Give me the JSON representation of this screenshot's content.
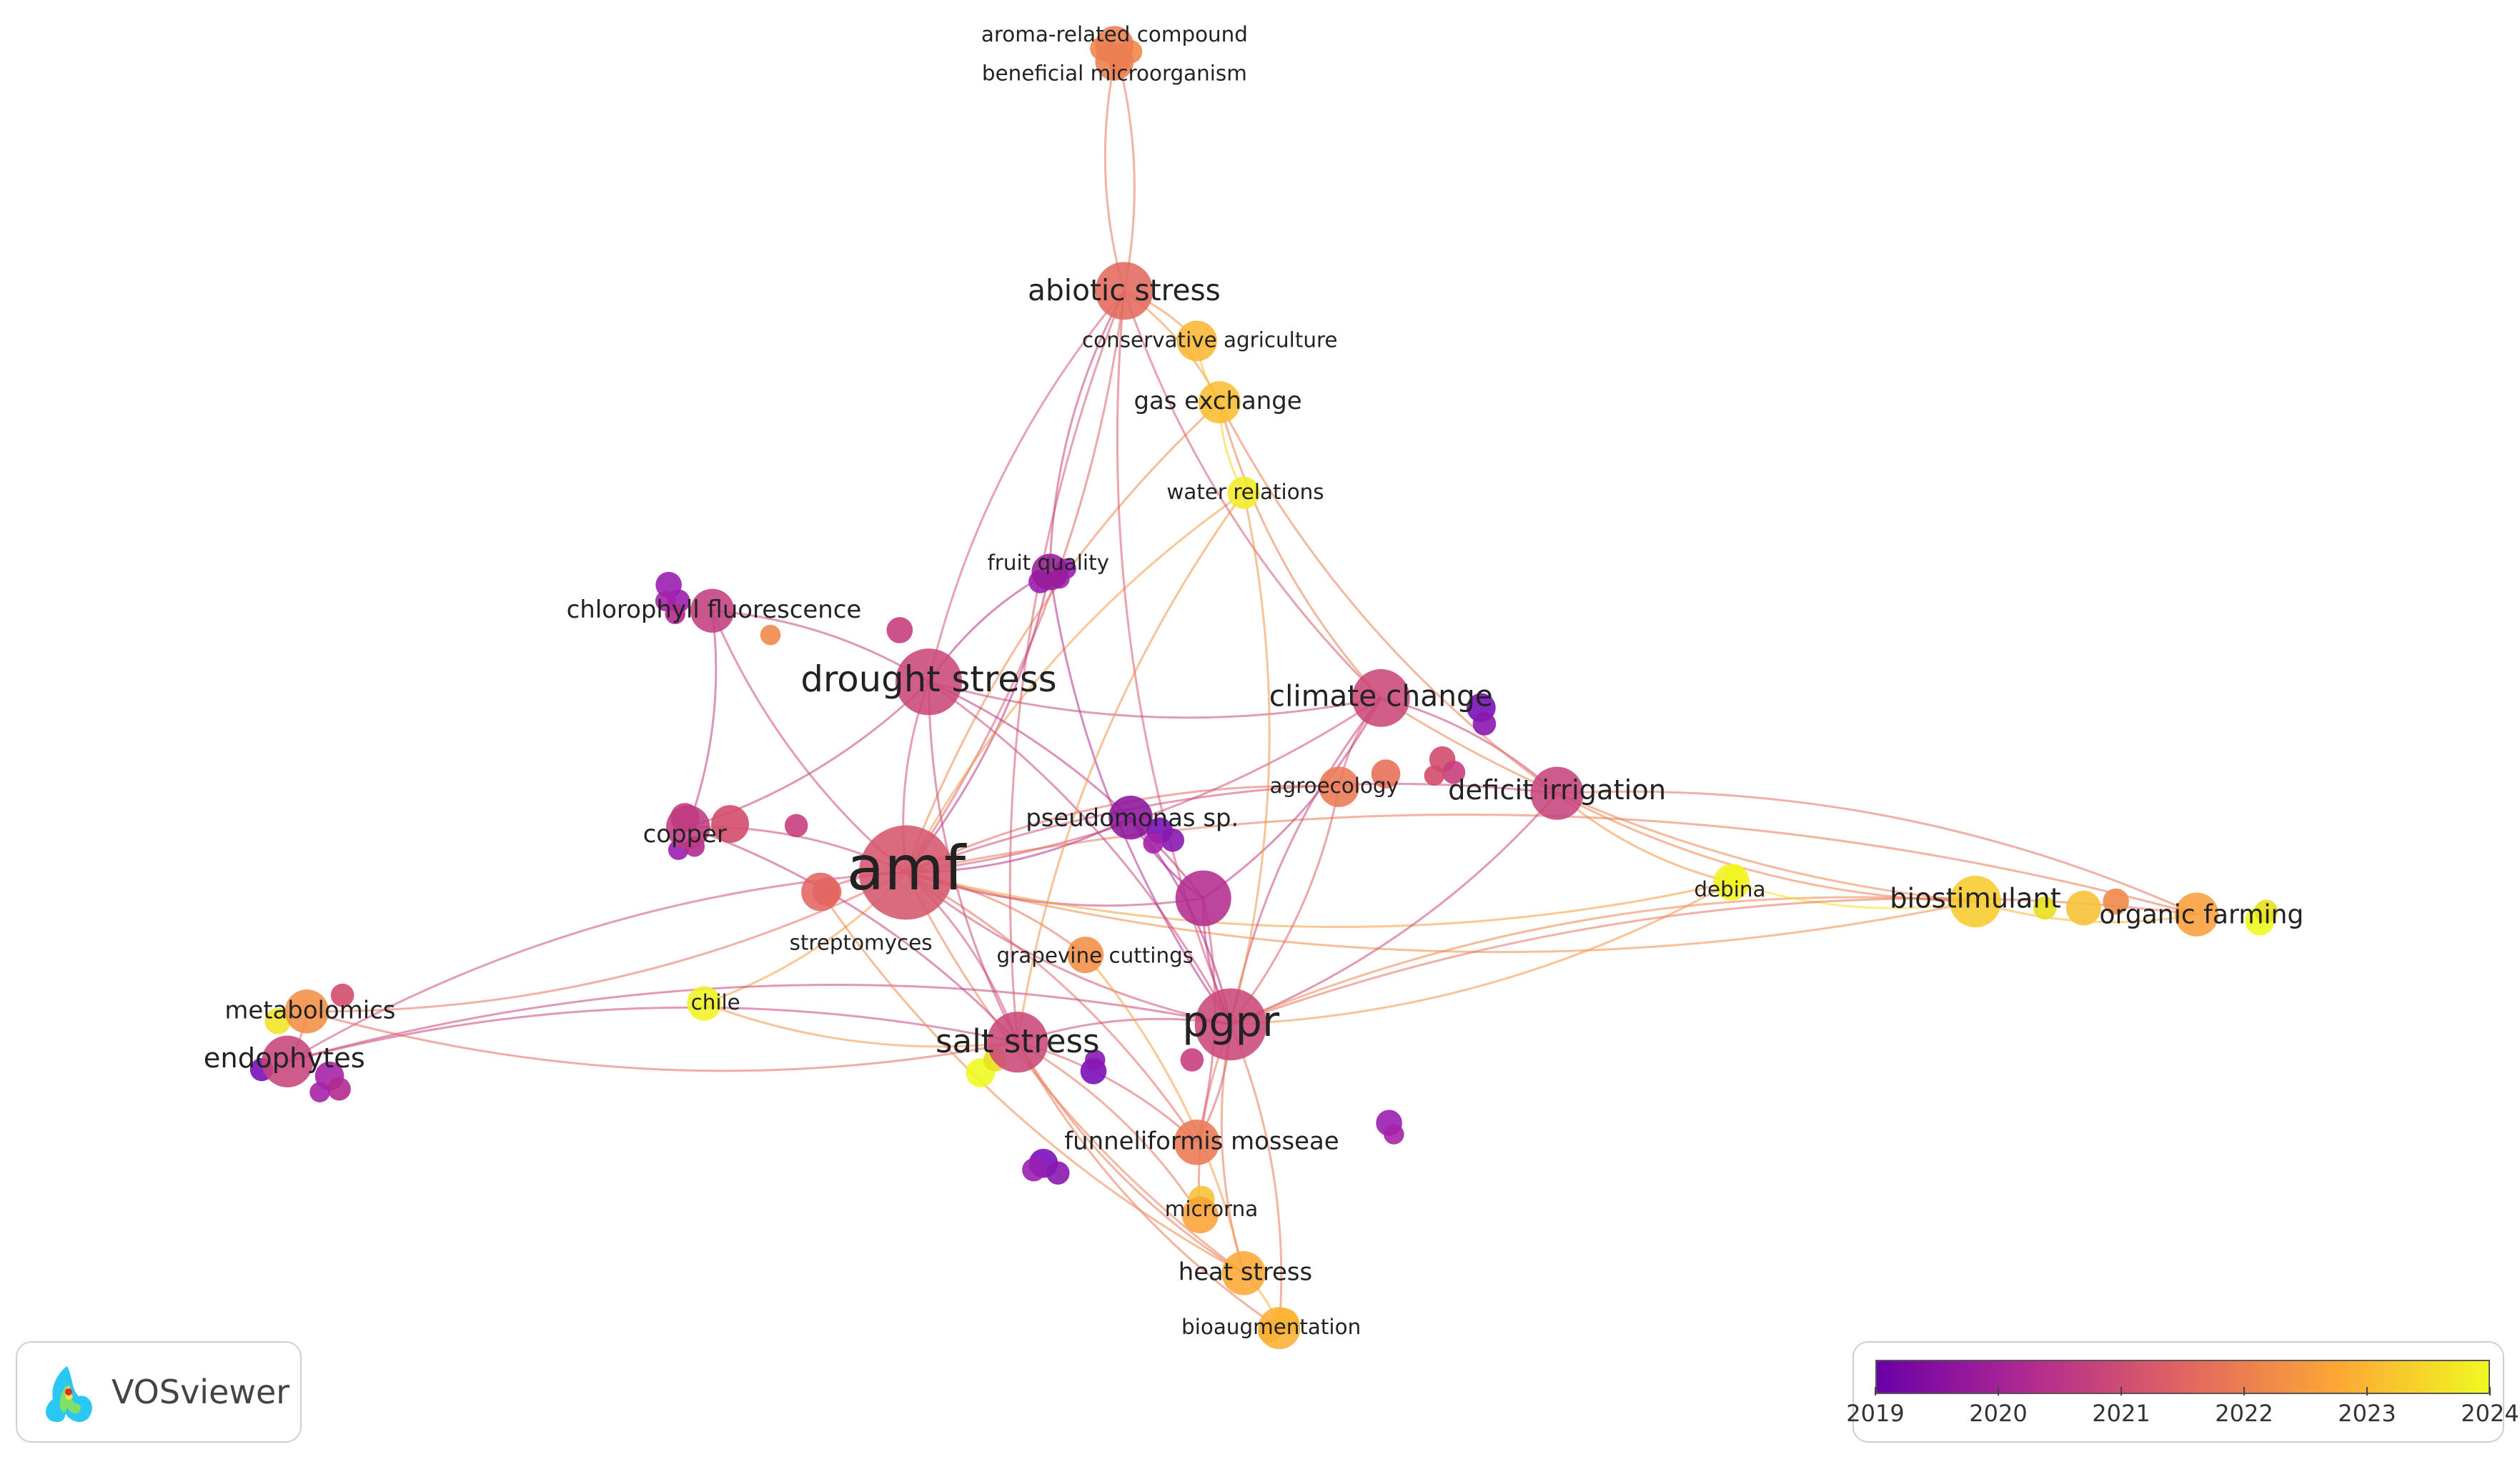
{
  "app": {
    "name": "VOSviewer",
    "logo_icon": "vosviewer-logo-icon"
  },
  "color_scale": {
    "colors": [
      "#6a00a8",
      "#b12a90",
      "#e16462",
      "#fca636",
      "#f0f921"
    ],
    "years": [
      "2019",
      "2020",
      "2021",
      "2022",
      "2023",
      "2024"
    ],
    "min": 2019,
    "max": 2024
  },
  "network": {
    "nodes": [
      {
        "id": "amf",
        "label": "amf",
        "year": 2021.2,
        "weight": 120
      },
      {
        "id": "pgpr",
        "label": "pgpr",
        "year": 2020.9,
        "weight": 70
      },
      {
        "id": "drought_stress",
        "label": "drought stress",
        "year": 2020.9,
        "weight": 60
      },
      {
        "id": "climate_change",
        "label": "climate change",
        "year": 2020.9,
        "weight": 45
      },
      {
        "id": "salt_stress",
        "label": "salt stress",
        "year": 2020.9,
        "weight": 50
      },
      {
        "id": "abiotic_stress",
        "label": "abiotic stress",
        "year": 2021.6,
        "weight": 45
      },
      {
        "id": "deficit_irrigation",
        "label": "deficit irrigation",
        "year": 2020.8,
        "weight": 38
      },
      {
        "id": "biostimulant",
        "label": "biostimulant",
        "year": 2023.3,
        "weight": 36
      },
      {
        "id": "organic_farming",
        "label": "organic farming",
        "year": 2022.6,
        "weight": 26
      },
      {
        "id": "funneliformis_mosseae",
        "label": "funneliformis mosseae",
        "year": 2021.9,
        "weight": 28
      },
      {
        "id": "heat_stress",
        "label": "heat stress",
        "year": 2022.8,
        "weight": 26
      },
      {
        "id": "bioaugmentation",
        "label": "bioaugmentation",
        "year": 2022.9,
        "weight": 24
      },
      {
        "id": "microrna",
        "label": "microrna",
        "year": 2022.7,
        "weight": 18
      },
      {
        "id": "endophytes",
        "label": "endophytes",
        "year": 2020.8,
        "weight": 36
      },
      {
        "id": "metabolomics",
        "label": "metabolomics",
        "year": 2022.3,
        "weight": 26
      },
      {
        "id": "copper",
        "label": "copper",
        "year": 2020.6,
        "weight": 26
      },
      {
        "id": "chlorophyll_fluorescence",
        "label": "chlorophyll fluorescence",
        "year": 2020.7,
        "weight": 26
      },
      {
        "id": "fruit_quality",
        "label": "fruit quality",
        "year": 2019.8,
        "weight": 18
      },
      {
        "id": "water_relations",
        "label": "water relations",
        "year": 2023.8,
        "weight": 14
      },
      {
        "id": "gas_exchange",
        "label": "gas exchange",
        "year": 2023.1,
        "weight": 24
      },
      {
        "id": "conservative_agriculture",
        "label": "conservative agriculture",
        "year": 2023.0,
        "weight": 22
      },
      {
        "id": "agroecology",
        "label": "agroecology",
        "year": 2021.9,
        "weight": 22
      },
      {
        "id": "pseudomonas_sp",
        "label": "pseudomonas sp.",
        "year": 2019.6,
        "weight": 26
      },
      {
        "id": "grapevine_cuttings",
        "label": "grapevine cuttings",
        "year": 2022.3,
        "weight": 18
      },
      {
        "id": "streptomyces",
        "label": "streptomyces",
        "year": 2021.5,
        "weight": 20
      },
      {
        "id": "chile",
        "label": "chile",
        "year": 2023.9,
        "weight": 16
      },
      {
        "id": "debina",
        "label": "debina",
        "year": 2023.9,
        "weight": 18
      },
      {
        "id": "aroma_related_compound",
        "label": "aroma-related compound",
        "year": 2022.0,
        "weight": 20
      },
      {
        "id": "beneficial_microorganism",
        "label": "beneficial microorganism",
        "year": 2022.0,
        "weight": 20
      },
      {
        "id": "hub_center",
        "label": "",
        "year": 2020.3,
        "weight": 42
      }
    ]
  }
}
